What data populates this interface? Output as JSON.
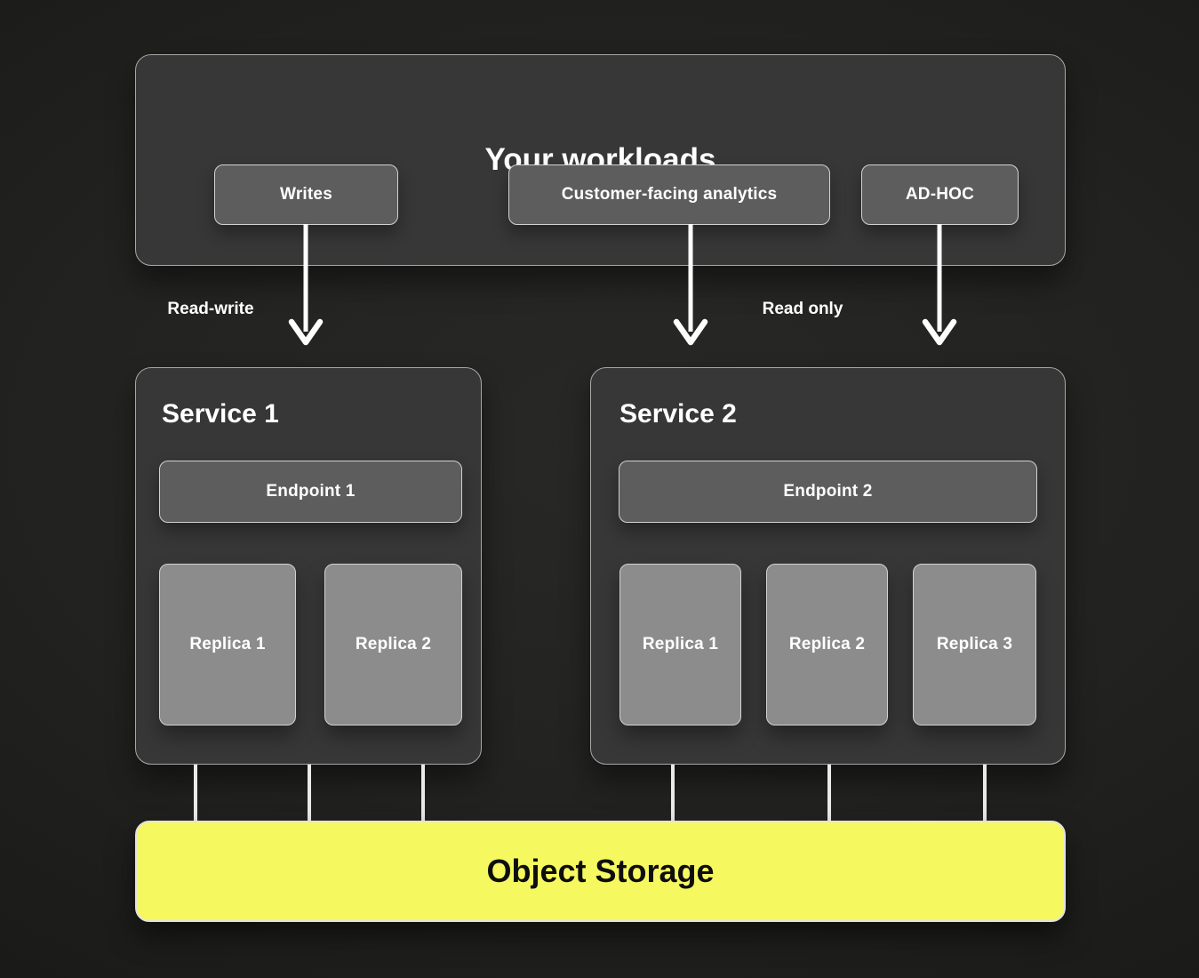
{
  "diagram": {
    "workloads": {
      "title": "Your workloads",
      "buttons": [
        {
          "label": "Writes"
        },
        {
          "label": "Customer-facing analytics"
        },
        {
          "label": "AD-HOC"
        }
      ]
    },
    "flow_labels": {
      "read_write": "Read-write",
      "read_only": "Read only"
    },
    "services": [
      {
        "title": "Service 1",
        "endpoint": "Endpoint 1",
        "replicas": [
          {
            "label": "Replica 1"
          },
          {
            "label": "Replica 2"
          }
        ]
      },
      {
        "title": "Service 2",
        "endpoint": "Endpoint 2",
        "replicas": [
          {
            "label": "Replica 1"
          },
          {
            "label": "Replica 2"
          },
          {
            "label": "Replica 3"
          }
        ]
      }
    ],
    "storage": {
      "label": "Object Storage"
    },
    "icons": {
      "arrow_read_write": "arrow-down-icon",
      "arrow_read_only_1": "arrow-down-icon",
      "arrow_read_only_2": "arrow-down-icon"
    },
    "colors": {
      "background": "#1d1d1b",
      "panel": "#373737",
      "chip": "#5d5d5d",
      "replica": "#8c8c8c",
      "border_light": "#d2d2d2",
      "storage_accent": "#f6f860",
      "text_light": "#ffffff",
      "text_dark": "#0e0e0e"
    }
  }
}
